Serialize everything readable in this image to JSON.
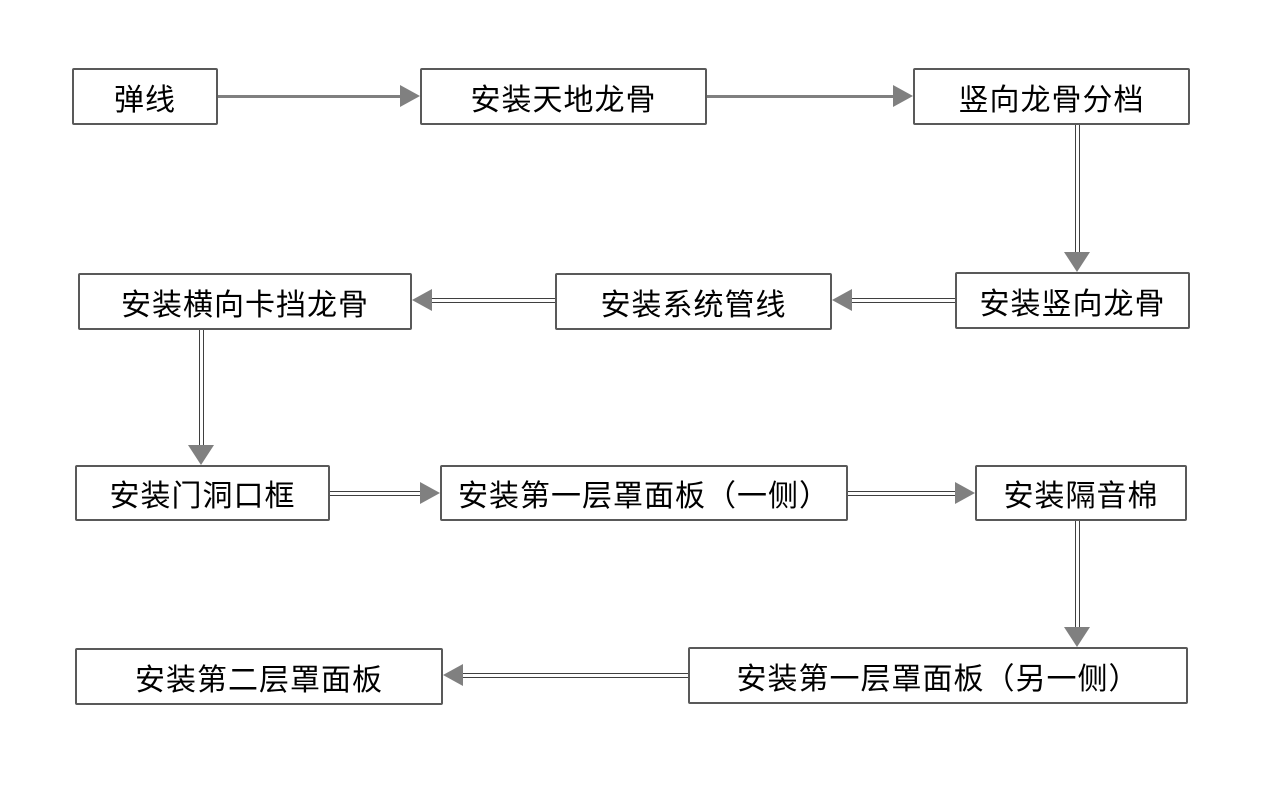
{
  "diagram": {
    "type": "flowchart",
    "description_lang": "zh-CN",
    "colors": {
      "background": "#ffffff",
      "box_fill": "#ffffff",
      "box_border": "#595959",
      "text": "#000000",
      "arrow_solid": "#808080",
      "connector_edge": "#3f3f3f",
      "arrowhead": "#808080"
    }
  },
  "nodes": [
    {
      "id": "snap-line",
      "label": "弹线"
    },
    {
      "id": "install-top-bottom-keel",
      "label": "安装天地龙骨"
    },
    {
      "id": "vertical-keel-spacing",
      "label": "竖向龙骨分档"
    },
    {
      "id": "install-vertical-keel",
      "label": "安装竖向龙骨"
    },
    {
      "id": "install-system-pipelines",
      "label": "安装系统管线"
    },
    {
      "id": "install-horizontal-blocking-keel",
      "label": "安装横向卡挡龙骨"
    },
    {
      "id": "install-door-opening-frame",
      "label": "安装门洞口框"
    },
    {
      "id": "install-first-panel-one-side",
      "label": "安装第一层罩面板（一侧）"
    },
    {
      "id": "install-sound-insulation-cotton",
      "label": "安装隔音棉"
    },
    {
      "id": "install-first-panel-other-side",
      "label": "安装第一层罩面板（另一侧）"
    },
    {
      "id": "install-second-panel",
      "label": "安装第二层罩面板"
    }
  ],
  "edges": [
    {
      "from": "snap-line",
      "to": "install-top-bottom-keel",
      "direction": "right",
      "style": "solid"
    },
    {
      "from": "install-top-bottom-keel",
      "to": "vertical-keel-spacing",
      "direction": "right",
      "style": "solid"
    },
    {
      "from": "vertical-keel-spacing",
      "to": "install-vertical-keel",
      "direction": "down",
      "style": "double"
    },
    {
      "from": "install-vertical-keel",
      "to": "install-system-pipelines",
      "direction": "left",
      "style": "double"
    },
    {
      "from": "install-system-pipelines",
      "to": "install-horizontal-blocking-keel",
      "direction": "left",
      "style": "double"
    },
    {
      "from": "install-horizontal-blocking-keel",
      "to": "install-door-opening-frame",
      "direction": "down",
      "style": "double"
    },
    {
      "from": "install-door-opening-frame",
      "to": "install-first-panel-one-side",
      "direction": "right",
      "style": "double"
    },
    {
      "from": "install-first-panel-one-side",
      "to": "install-sound-insulation-cotton",
      "direction": "right",
      "style": "double"
    },
    {
      "from": "install-sound-insulation-cotton",
      "to": "install-first-panel-other-side",
      "direction": "down",
      "style": "double"
    },
    {
      "from": "install-first-panel-other-side",
      "to": "install-second-panel",
      "direction": "left",
      "style": "double"
    }
  ]
}
